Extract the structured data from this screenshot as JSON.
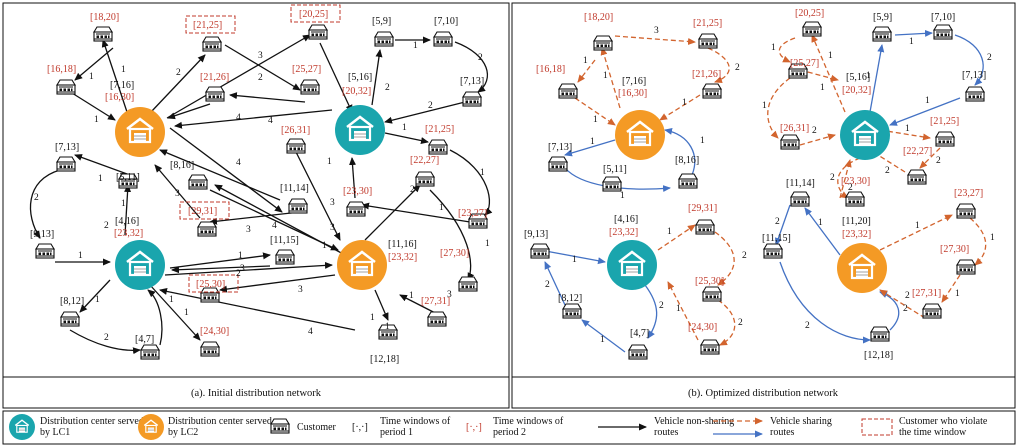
{
  "colors": {
    "lc1": "#1aa5ad",
    "lc2": "#f49a25",
    "red": "#c0392b",
    "blue": "#4472c4",
    "orange_dash": "#d2642e",
    "black": "#111111"
  },
  "captions": {
    "left": "(a). Initial distribution network",
    "right": "(b). Optimized distribution network"
  },
  "legend": {
    "lc1": "Distribution center served by LC1",
    "lc2": "Distribution center served by LC2",
    "customer": "Customer",
    "tw1_symbol": "[·,·]",
    "tw1_label": "Time windows of period 1",
    "tw2_symbol": "[·,·]",
    "tw2_label": "Time windows of period 2",
    "nonsharing": "Vehicle non-sharing routes",
    "sharing": "Vehicle sharing routes",
    "violate": "Customer who violate the time window"
  },
  "panel_a": {
    "centers": [
      {
        "id": "a_c1",
        "type": "lc2",
        "tw1": "[7,16]",
        "tw2": "[16,30]"
      },
      {
        "id": "a_c2",
        "type": "lc1",
        "tw1": "[5,16]",
        "tw2": "[20,32]"
      },
      {
        "id": "a_c3",
        "type": "lc1",
        "tw1": "[4,16]",
        "tw2": "[23,32]"
      },
      {
        "id": "a_c4",
        "type": "lc2",
        "tw1": "[11,16]",
        "tw2": "[23,32]"
      }
    ],
    "customers": [
      {
        "id": "a18_20",
        "tw": "[18,20]",
        "period": 2,
        "violate": false
      },
      {
        "id": "a16_18",
        "tw": "[16,18]",
        "period": 2,
        "violate": false
      },
      {
        "id": "a21_25a",
        "tw": "[21,25]",
        "period": 2,
        "violate": true
      },
      {
        "id": "a20_25",
        "tw": "[20,25]",
        "period": 2,
        "violate": true
      },
      {
        "id": "a21_26",
        "tw": "[21,26]",
        "period": 2,
        "violate": false
      },
      {
        "id": "a25_27",
        "tw": "[25,27]",
        "period": 2,
        "violate": false
      },
      {
        "id": "a5_9",
        "tw": "[5,9]",
        "period": 1,
        "violate": false
      },
      {
        "id": "a7_10",
        "tw": "[7,10]",
        "period": 1,
        "violate": false
      },
      {
        "id": "a7_13r",
        "tw": "[7,13]",
        "period": 1,
        "violate": false
      },
      {
        "id": "a21_25b",
        "tw": "[21,25]",
        "period": 2,
        "violate": false
      },
      {
        "id": "a7_13l",
        "tw": "[7,13]",
        "period": 1,
        "violate": false
      },
      {
        "id": "a26_31",
        "tw": "[26,31]",
        "period": 2,
        "violate": false
      },
      {
        "id": "a8_16",
        "tw": "[8,16]",
        "period": 1,
        "violate": false
      },
      {
        "id": "a5_11",
        "tw": "[5,11]",
        "period": 1,
        "violate": false
      },
      {
        "id": "a11_14",
        "tw": "[11,14]",
        "period": 1,
        "violate": false
      },
      {
        "id": "a22_27",
        "tw": "[22,27]",
        "period": 2,
        "violate": false
      },
      {
        "id": "a23_30",
        "tw": "[23,30]",
        "period": 2,
        "violate": false
      },
      {
        "id": "a9_13",
        "tw": "[9,13]",
        "period": 1,
        "violate": false
      },
      {
        "id": "a29_31",
        "tw": "[29,31]",
        "period": 2,
        "violate": true
      },
      {
        "id": "a11_15",
        "tw": "[11,15]",
        "period": 1,
        "violate": false
      },
      {
        "id": "a23_27",
        "tw": "[23,27]",
        "period": 2,
        "violate": false
      },
      {
        "id": "a27_30",
        "tw": "[27,30]",
        "period": 2,
        "violate": false
      },
      {
        "id": "a25_30",
        "tw": "[25,30]",
        "period": 2,
        "violate": true
      },
      {
        "id": "a8_12",
        "tw": "[8,12]",
        "period": 1,
        "violate": false
      },
      {
        "id": "a24_30",
        "tw": "[24,30]",
        "period": 2,
        "violate": false
      },
      {
        "id": "a4_7",
        "tw": "[4,7]",
        "period": 1,
        "violate": false
      },
      {
        "id": "a27_31",
        "tw": "[27,31]",
        "period": 2,
        "violate": false
      },
      {
        "id": "a12_18",
        "tw": "[12,18]",
        "period": 1,
        "violate": false
      }
    ],
    "route_labels": [
      "1",
      "1",
      "1",
      "2",
      "3",
      "2",
      "4",
      "4",
      "1",
      "2",
      "1",
      "2",
      "2",
      "2",
      "1",
      "1",
      "4",
      "3",
      "1",
      "2",
      "1",
      "1",
      "3",
      "3",
      "1",
      "3",
      "4",
      "1",
      "2",
      "1",
      "2",
      "3",
      "3",
      "1",
      "1",
      "1",
      "2",
      "3",
      "4",
      "1",
      "1",
      "1",
      "1",
      "2",
      "2",
      "1",
      "3",
      "2",
      "4",
      "3"
    ]
  },
  "panel_b": {
    "centers": [
      {
        "id": "b_c1",
        "type": "lc2",
        "tw1": "[7,16]",
        "tw2": "[16,30]"
      },
      {
        "id": "b_c2",
        "type": "lc1",
        "tw1": "[5,16]",
        "tw2": "[20,32]"
      },
      {
        "id": "b_c3",
        "type": "lc1",
        "tw1": "[4,16]",
        "tw2": "[23,32]"
      },
      {
        "id": "b_c4",
        "type": "lc2",
        "tw1": "[11,20]",
        "tw2": "[23,32]"
      }
    ],
    "customers": [
      {
        "id": "b18_20",
        "tw": "[18,20]",
        "period": 2
      },
      {
        "id": "b21_25a",
        "tw": "[21,25]",
        "period": 2
      },
      {
        "id": "b16_18",
        "tw": "[16,18]",
        "period": 2
      },
      {
        "id": "b21_26",
        "tw": "[21,26]",
        "period": 2
      },
      {
        "id": "b7_13l",
        "tw": "[7,13]",
        "period": 1
      },
      {
        "id": "b8_16",
        "tw": "[8,16]",
        "period": 1
      },
      {
        "id": "b5_11",
        "tw": "[5,11]",
        "period": 1
      },
      {
        "id": "b20_25",
        "tw": "[20,25]",
        "period": 2
      },
      {
        "id": "b5_9",
        "tw": "[5,9]",
        "period": 1
      },
      {
        "id": "b7_10",
        "tw": "[7,10]",
        "period": 1
      },
      {
        "id": "b25_27",
        "tw": "[25,27]",
        "period": 2
      },
      {
        "id": "b7_13r",
        "tw": "[7,13]",
        "period": 1
      },
      {
        "id": "b26_31",
        "tw": "[26,31]",
        "period": 2
      },
      {
        "id": "b21_25b",
        "tw": "[21,25]",
        "period": 2
      },
      {
        "id": "b22_27",
        "tw": "[22,27]",
        "period": 2
      },
      {
        "id": "b23_30",
        "tw": "[23,30]",
        "period": 2
      },
      {
        "id": "b11_14",
        "tw": "[11,14]",
        "period": 1
      },
      {
        "id": "b9_13",
        "tw": "[9,13]",
        "period": 1
      },
      {
        "id": "b29_31",
        "tw": "[29,31]",
        "period": 2
      },
      {
        "id": "b8_12",
        "tw": "[8,12]",
        "period": 1
      },
      {
        "id": "b25_30",
        "tw": "[25,30]",
        "period": 2
      },
      {
        "id": "b4_7",
        "tw": "[4,7]",
        "period": 1
      },
      {
        "id": "b24_30",
        "tw": "[24,30]",
        "period": 2
      },
      {
        "id": "b11_15",
        "tw": "[11,15]",
        "period": 1
      },
      {
        "id": "b23_27",
        "tw": "[23,27]",
        "period": 2
      },
      {
        "id": "b27_30",
        "tw": "[27,30]",
        "period": 2
      },
      {
        "id": "b27_31",
        "tw": "[27,31]",
        "period": 2
      },
      {
        "id": "b12_18",
        "tw": "[12,18]",
        "period": 1
      }
    ],
    "route_labels": [
      "1",
      "3",
      "2",
      "1",
      "1",
      "1",
      "1",
      "1",
      "1",
      "1",
      "1",
      "1",
      "1",
      "2",
      "1",
      "2",
      "2",
      "2",
      "2",
      "1",
      "1",
      "2",
      "1",
      "1",
      "1",
      "2",
      "2",
      "1",
      "2",
      "1",
      "2",
      "1",
      "2",
      "2",
      "2",
      "1",
      "1",
      "1",
      "2",
      "1",
      "1",
      "1",
      "2",
      "1",
      "1",
      "1",
      "2",
      "2",
      "1",
      "1"
    ]
  }
}
